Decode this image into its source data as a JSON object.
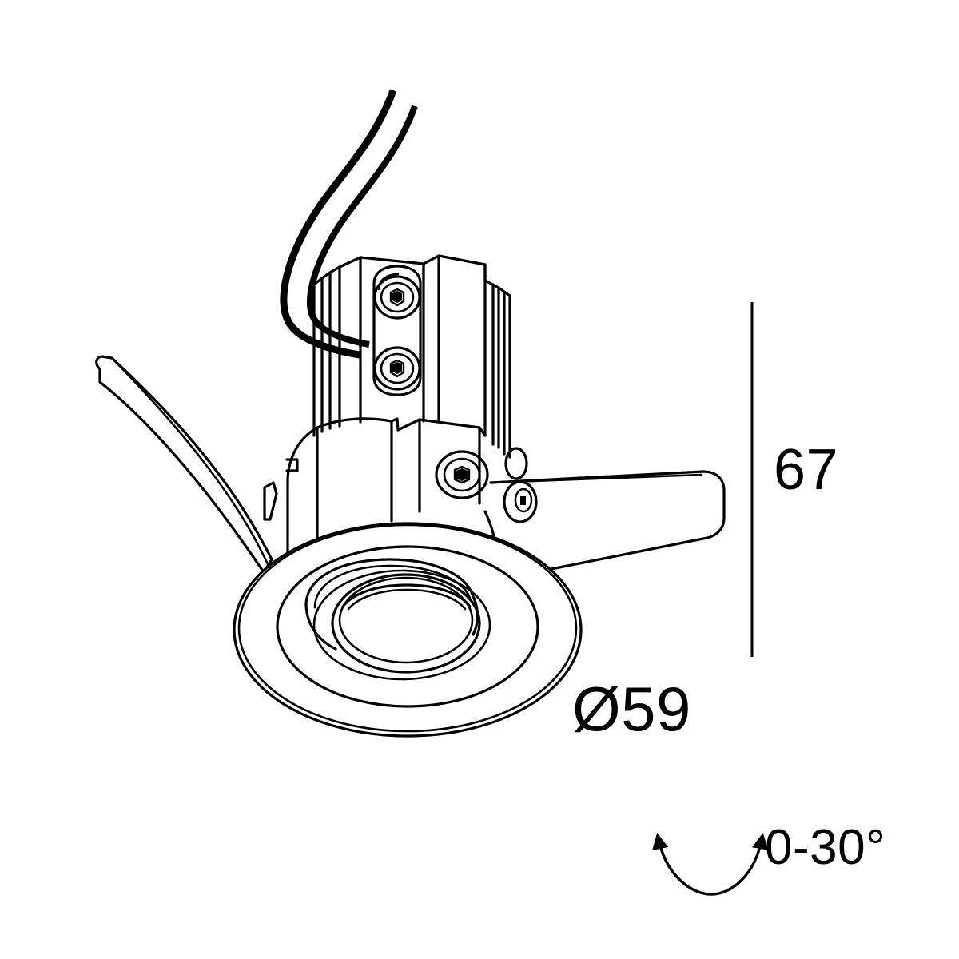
{
  "drawing": {
    "type": "technical-line-drawing",
    "subject": "recessed adjustable downlight luminaire",
    "view": "three-quarter perspective",
    "background_color": "#ffffff",
    "line_color": "#000000"
  },
  "dimensions": {
    "height": {
      "value": "67",
      "label": "67",
      "unit_implied": "mm",
      "orientation": "vertical",
      "position": "right side of fixture"
    },
    "diameter": {
      "value": "59",
      "label": "Ø59",
      "symbol": "Ø",
      "unit_implied": "mm",
      "position": "lower right of bezel"
    }
  },
  "annotations": {
    "tilt": {
      "label": "0-30°",
      "min": "0",
      "max": "30",
      "unit": "°",
      "icon": "double-headed-curved-arrow",
      "description": "adjustable tilt range"
    }
  },
  "components": {
    "bezel": "circular front trim ring",
    "reflector": "tilted inner reflector cone",
    "lens_ring": "inner lens aperture ring",
    "heatsink": "finned vertical heatsink body",
    "bracket": "mounting bracket plate with two hex socket screws",
    "spring_clips": "two tensioned mounting spring blades",
    "cables": "two supply cables exiting top"
  }
}
